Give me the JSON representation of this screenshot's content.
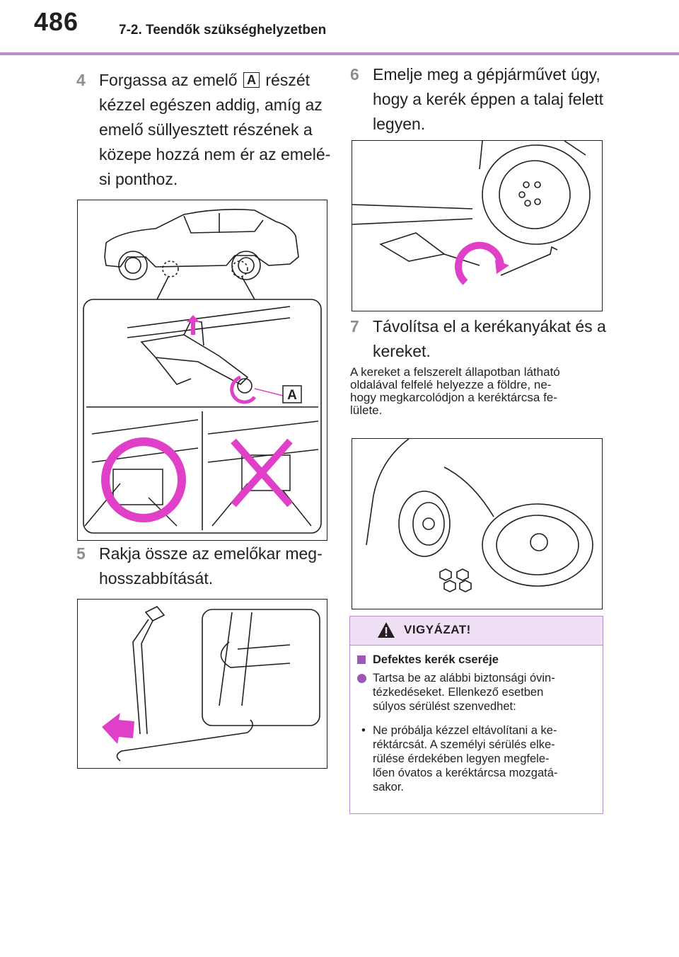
{
  "header": {
    "page_number": "486",
    "section": "7-2. Teendők szükséghelyzetben"
  },
  "steps": {
    "s4": {
      "num": "4",
      "text_before": "Forgassa az emelő",
      "label": "A",
      "text_after": "részét",
      "lines": [
        "kézzel egészen addig, amíg az",
        "emelő süllyesztett részének a",
        "közepe hozzá nem ér az emelé-",
        "si ponthoz."
      ]
    },
    "s5": {
      "num": "5",
      "lines": [
        "Rakja össze az emelőkar meg-",
        "hosszabbítását."
      ]
    },
    "s6": {
      "num": "6",
      "lines": [
        "Emelje meg a gépjárművet úgy,",
        "hogy a kerék éppen a talaj felett",
        "legyen."
      ]
    },
    "s7": {
      "num": "7",
      "lines": [
        "Távolítsa el a kerékanyákat és a",
        "kereket."
      ]
    }
  },
  "figure_a_label": "A",
  "note_lines": [
    "A kereket a felszerelt állapotban látható",
    "oldalával felfelé helyezze a földre, ne-",
    "hogy megkarcolódjon a keréktárcsa fe-",
    "lülete."
  ],
  "caution": {
    "title": "VIGYÁZAT!",
    "subtitle": "Defektes kerék cseréje",
    "dot_lines": [
      "Tartsa be az alábbi biztonsági óvin-",
      "tézkedéseket. Ellenkező esetben",
      "súlyos sérülést szenvedhet:"
    ],
    "bullet_lines": [
      "Ne próbálja kézzel eltávolítani a ke-",
      "réktárcsát. A személyi sérülés elke-",
      "rülése érdekében legyen megfele-",
      "lően óvatos a keréktárcsa mozgatá-",
      "sakor."
    ]
  },
  "colors": {
    "accent": "#b98fd0",
    "magenta": "#e040c8",
    "step_num": "#8e8e8e"
  }
}
